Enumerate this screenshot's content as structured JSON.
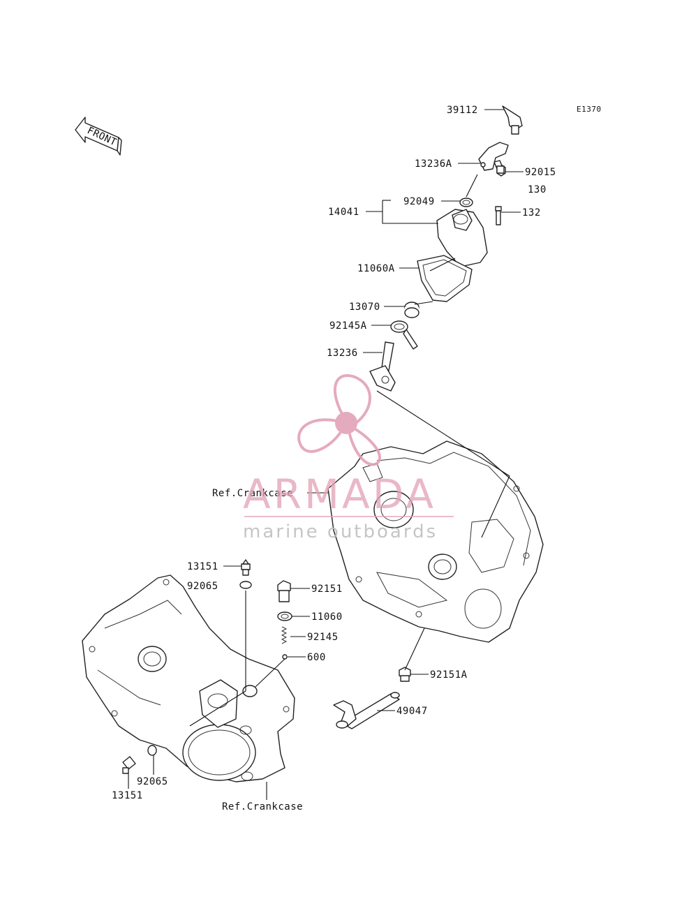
{
  "diagram": {
    "code": "E1370",
    "front_label": "FRONT",
    "labels": {
      "p39112": "39112",
      "p13236A": "13236A",
      "p92015": "92015",
      "p130": "130",
      "p14041": "14041",
      "p92049": "92049",
      "p132": "132",
      "p11060A": "11060A",
      "p13070": "13070",
      "p92145A": "92145A",
      "p13236": "13236",
      "ref_crankcase_1": "Ref.Crankcase",
      "p13151_top": "13151",
      "p92065_top": "92065",
      "p92151": "92151",
      "p11060": "11060",
      "p92145": "92145",
      "p600": "600",
      "p92151A": "92151A",
      "p49047": "49047",
      "p92065_bottom": "92065",
      "p13151_bottom": "13151",
      "ref_crankcase_2": "Ref.Crankcase"
    }
  },
  "watermark": {
    "brand": "ARMADA",
    "tagline": "marine outboards",
    "color": "#e2a3b7"
  }
}
